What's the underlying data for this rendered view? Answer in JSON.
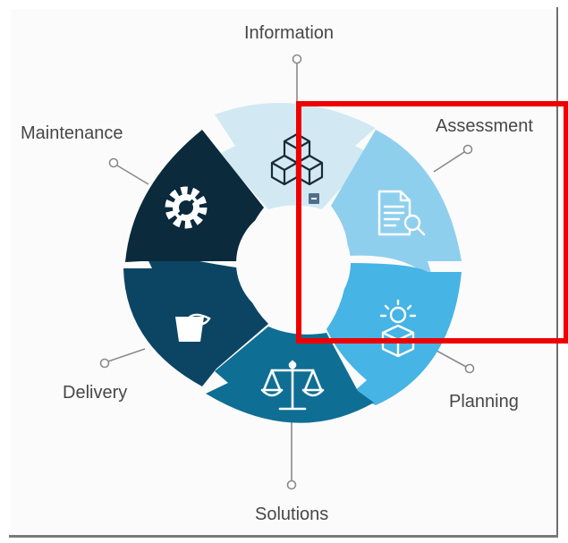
{
  "diagram": {
    "segments": [
      {
        "id": "information",
        "label": "Information",
        "color": "#d2e9f3",
        "icon": "cubes-icon"
      },
      {
        "id": "assessment",
        "label": "Assessment",
        "color": "#8fcfee",
        "icon": "document-search-icon"
      },
      {
        "id": "planning",
        "label": "Planning",
        "color": "#46b4e4",
        "icon": "lightbulb-box-icon"
      },
      {
        "id": "solutions",
        "label": "Solutions",
        "color": "#0f6e94",
        "icon": "balance-scale-icon"
      },
      {
        "id": "delivery",
        "label": "Delivery",
        "color": "#0b4563",
        "icon": "bucket-icon"
      },
      {
        "id": "maintenance",
        "label": "Maintenance",
        "color": "#0b2a3c",
        "icon": "gear-wrench-icon"
      }
    ]
  },
  "labels": {
    "information": "Information",
    "assessment": "Assessment",
    "planning": "Planning",
    "solutions": "Solutions",
    "delivery": "Delivery",
    "maintenance": "Maintenance"
  },
  "highlight": {
    "color": "#ee0000"
  }
}
